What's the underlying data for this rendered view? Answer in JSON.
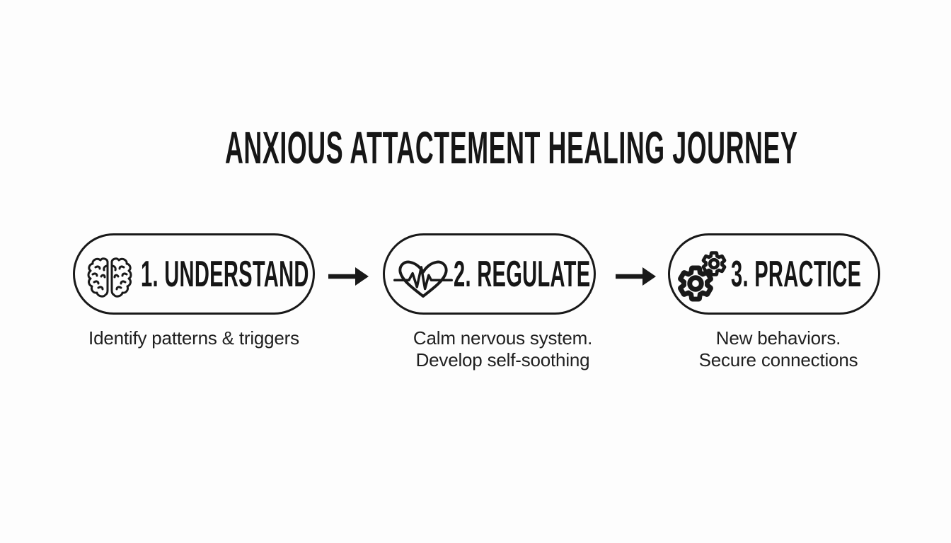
{
  "title": "ANXIOUS ATTACTEMENT HEALING JOURNEY",
  "steps": [
    {
      "label": "1. UNDERSTAND",
      "icon": "brain-icon",
      "description_lines": [
        "Identify patterns & triggers",
        ""
      ]
    },
    {
      "label": "2. REGULATE",
      "icon": "heart-pulse-icon",
      "description_lines": [
        "Calm nervous system.",
        "Develop self-soothing"
      ]
    },
    {
      "label": "3. PRACTICE",
      "icon": "gears-icon",
      "description_lines": [
        "New behaviors.",
        "Secure connections"
      ]
    }
  ],
  "connector": "arrow-right",
  "colors": {
    "ink": "#191919",
    "background": "#fdfdfd"
  }
}
